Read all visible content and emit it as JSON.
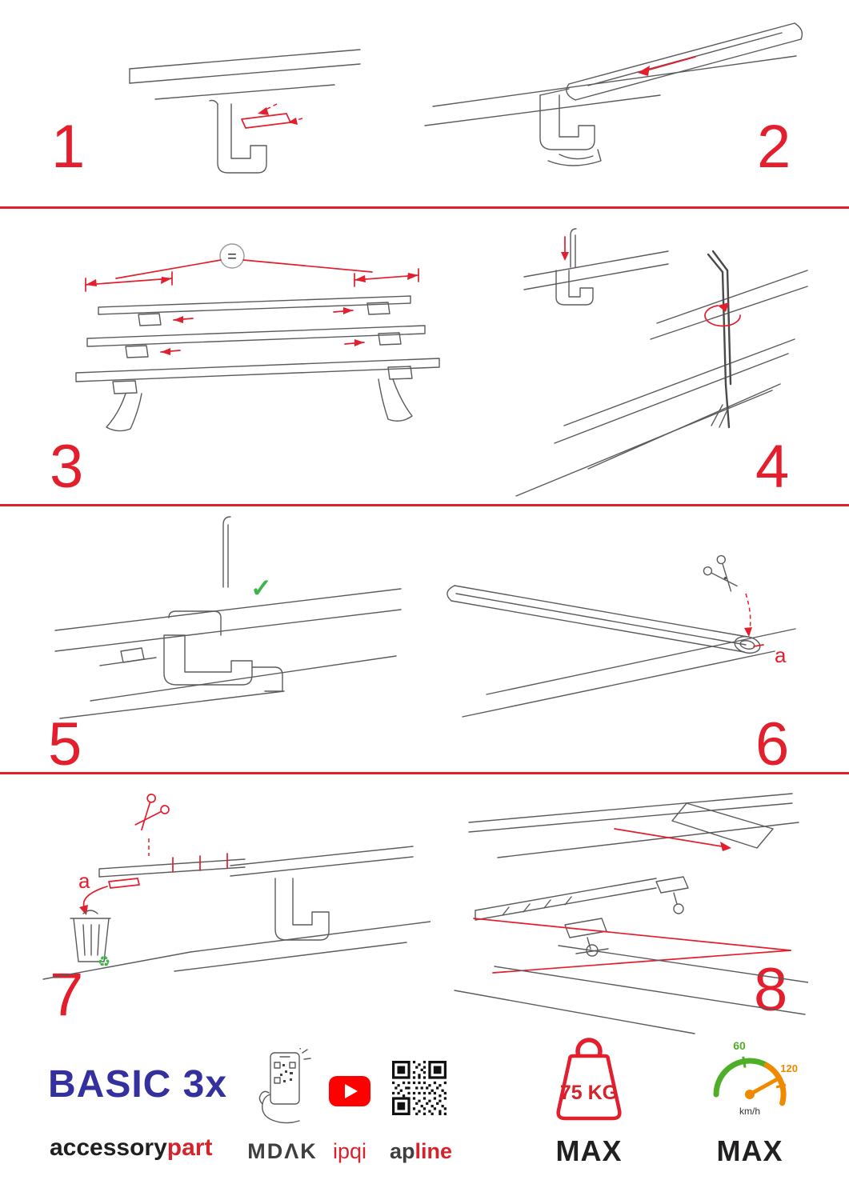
{
  "page": {
    "background": "#ffffff",
    "accent_red": "#e31e2d",
    "drawing_gray": "#5b5b5e",
    "brand_navy": "#34309f",
    "green": "#3cb54a",
    "orange": "#ef8a00"
  },
  "steps": [
    {
      "number": "1"
    },
    {
      "number": "2"
    },
    {
      "number": "3"
    },
    {
      "number": "4"
    },
    {
      "number": "5"
    },
    {
      "number": "6"
    },
    {
      "number": "7"
    },
    {
      "number": "8"
    }
  ],
  "annotations": {
    "equal_sign": "=",
    "check_mark": "✓",
    "cut_label": "a",
    "recycle_symbol": "♻"
  },
  "footer": {
    "product": "BASIC 3x",
    "brand_left": "accessory",
    "brand_right": "part",
    "mdak": "MDΛK",
    "ipqi": "ipqi",
    "apline_left": "ap",
    "apline_right": "line",
    "weight_value": "75 KG",
    "weight_max_label": "MAX",
    "speed_tick_low": "60",
    "speed_tick_high": "120",
    "speed_unit": "km/h",
    "speed_max_label": "MAX"
  }
}
